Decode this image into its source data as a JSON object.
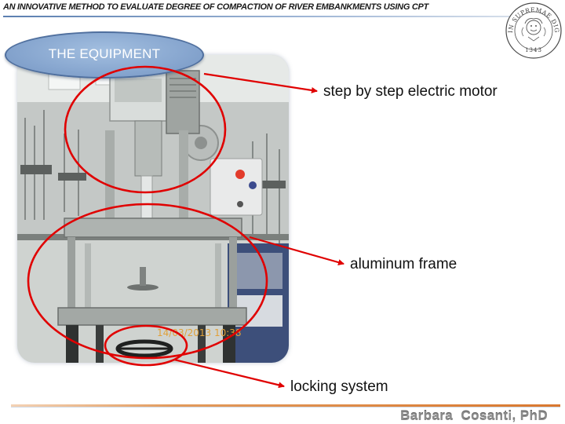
{
  "slide": {
    "header_title": "AN INNOVATIVE METHOD TO EVALUATE DEGREE OF COMPACTION OF RIVER  EMBANKMENTS USING CPT",
    "section_badge": "THE EQUIPMENT",
    "seal_text": "IN SUPREMAE DIGNITATIS",
    "seal_year": "1343",
    "photo_timestamp": "14/03/2013  10:38",
    "annotations": {
      "motor": "step by step electric motor",
      "frame": "aluminum frame",
      "locking": "locking system"
    },
    "author": "Barbara  Cosanti, PhD"
  },
  "colors": {
    "accent_blue": "#87a6cf",
    "annotation_red": "#e00000",
    "footer_orange": "#d9782f"
  }
}
